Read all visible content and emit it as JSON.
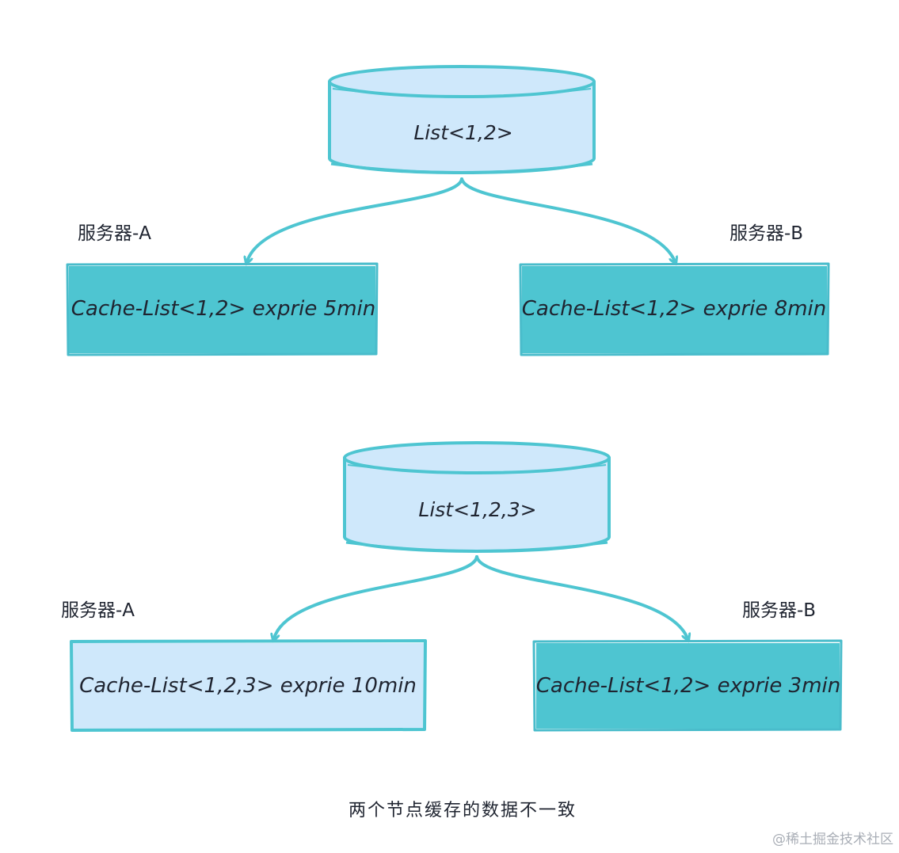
{
  "colors": {
    "stroke": "#4ec5d1",
    "db_fill": "#cfe8fb",
    "box_teal": "#4ec5d1",
    "box_light": "#cfe8fb",
    "text": "#1f2430"
  },
  "top": {
    "database_label": "List<1,2>",
    "server_a": {
      "label": "服务器-A",
      "cache": "Cache-List<1,2> exprie 5min"
    },
    "server_b": {
      "label": "服务器-B",
      "cache": "Cache-List<1,2> exprie 8min"
    }
  },
  "bottom": {
    "database_label": "List<1,2,3>",
    "server_a": {
      "label": "服务器-A",
      "cache": "Cache-List<1,2,3> exprie 10min"
    },
    "server_b": {
      "label": "服务器-B",
      "cache": "Cache-List<1,2> exprie 3min"
    }
  },
  "caption": "两个节点缓存的数据不一致",
  "watermark": "@稀土掘金技术社区"
}
